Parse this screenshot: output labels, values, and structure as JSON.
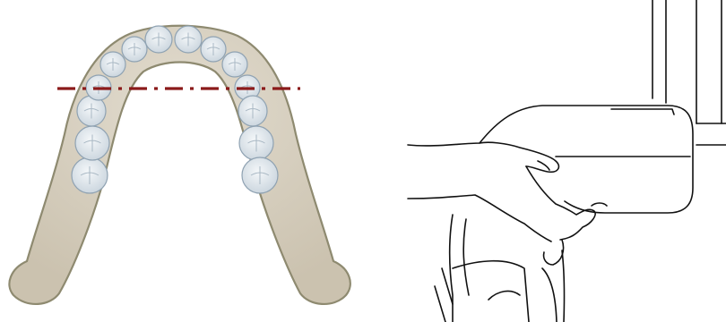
{
  "figure": {
    "left_panel": {
      "subject": "lower-jaw-occlusal-view",
      "colors": {
        "bone": "#d6cfc0",
        "bone_outline": "#8e8a70",
        "tooth": "#e3e8ec",
        "tooth_outline": "#8fa2b2",
        "reference_line": "#8b1a1a"
      },
      "reference_line_style": "dash-dot"
    },
    "right_panel": {
      "subject": "hands-positioning-xray-device",
      "colors": {
        "line_art": "#111111",
        "background": "#ffffff"
      }
    }
  }
}
